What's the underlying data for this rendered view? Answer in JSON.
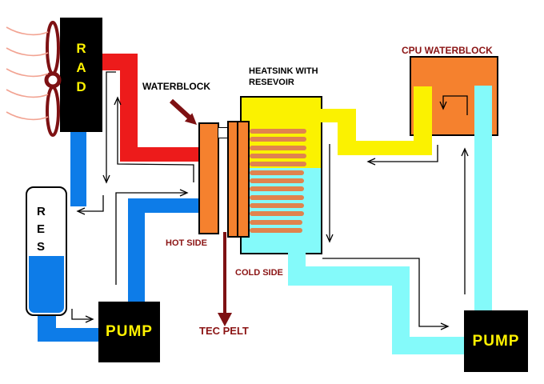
{
  "colors": {
    "red": "#ED1B1B",
    "blue": "#0D7CE8",
    "cyan": "#84FAFA",
    "yellow": "#FBF200",
    "orange": "#F5812E",
    "fin": "#E0834E",
    "dark_red": "#7E1113",
    "text_dark_red": "#8B1414",
    "label_yellow": "#FFF200",
    "wind": "#F2A493"
  },
  "labels": {
    "waterblock": "WATERBLOCK",
    "heatsink_line1": "HEATSINK WITH",
    "heatsink_line2": "RESEVOIR",
    "cpu_waterblock": "CPU WATERBLOCK",
    "hot_side": "HOT SIDE",
    "cold_side": "COLD SIDE",
    "tec": "TEC PELT"
  },
  "radiator": {
    "letters": [
      "R",
      "A",
      "D"
    ]
  },
  "reservoir": {
    "letters": [
      "R",
      "E",
      "S"
    ]
  },
  "pumps": {
    "left": "PUMP",
    "right": "PUMP"
  },
  "heatsink": {
    "fin_count": 13
  }
}
